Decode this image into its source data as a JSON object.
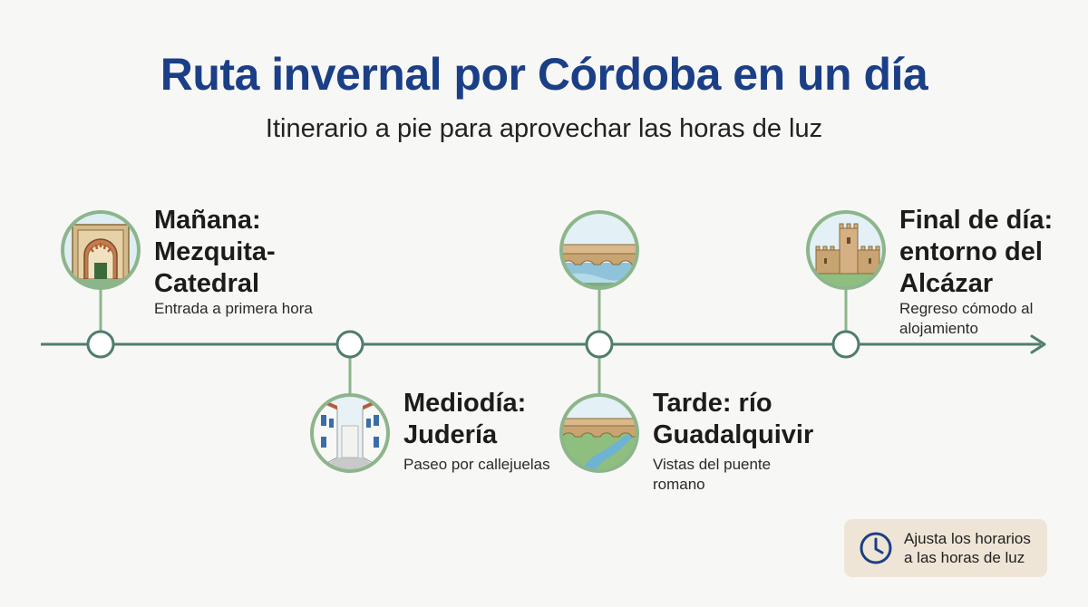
{
  "header": {
    "title": "Ruta invernal por Córdoba en un día",
    "subtitle": "Itinerario a pie para aprovechar las horas de luz"
  },
  "stops": [
    {
      "title": "Mañana:\nMezquita-\nCatedral",
      "description": "Entrada a primera hora",
      "icon": "mosque-arch-icon"
    },
    {
      "title": "Mediodía:\nJudería",
      "description": "Paseo por callejuelas",
      "icon": "narrow-street-icon"
    },
    {
      "title": "Tarde: río\nGuadalquivir",
      "description": "Vistas del puente\nromano",
      "icon": "roman-bridge-icon"
    },
    {
      "title": "Final de día:\nentorno del\nAlcázar",
      "description": "Regreso cómodo al\nalojamiento",
      "icon": "alcazar-castle-icon"
    }
  ],
  "tip": {
    "text": "Ajusta los horarios\na las horas de luz",
    "icon": "clock-icon"
  },
  "colors": {
    "title": "#1b3f86",
    "timeline": "#4f7d6d",
    "icon_ring": "#8db58c",
    "tip_bg": "#efe5d6",
    "clock": "#1b3f86"
  }
}
